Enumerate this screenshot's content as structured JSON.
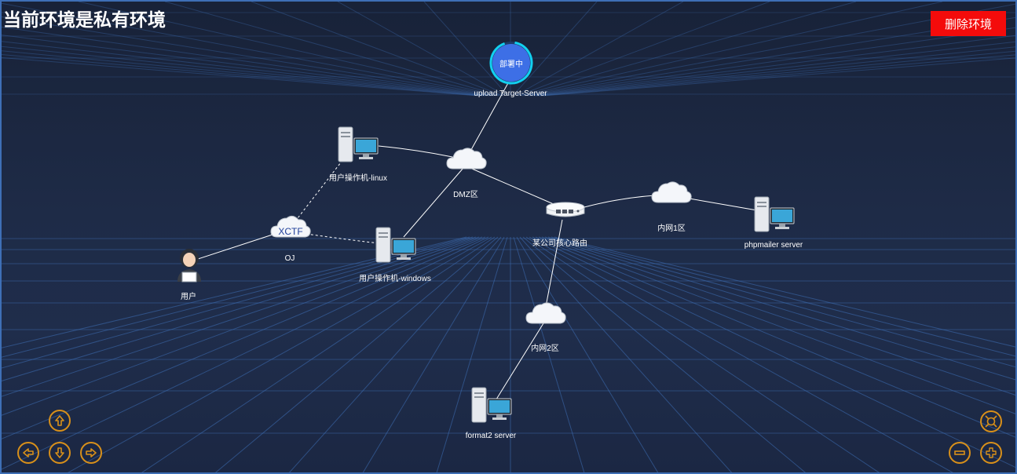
{
  "page": {
    "title": "当前环境是私有环境",
    "delete_button": "删除环境"
  },
  "nodes": {
    "upload_target": {
      "label": "upload Target-Server",
      "status": "部署中"
    },
    "linux": {
      "label": "用户操作机-linux"
    },
    "dmz": {
      "label": "DMZ区"
    },
    "xctf": {
      "label": "OJ",
      "badge": "XCTF"
    },
    "user": {
      "label": "用户"
    },
    "windows": {
      "label": "用户操作机-windows"
    },
    "router": {
      "label": "某公司核心路由"
    },
    "intranet1": {
      "label": "内网1区"
    },
    "phpmailer": {
      "label": "phpmailer server"
    },
    "intranet2": {
      "label": "内网2区"
    },
    "format2": {
      "label": "format2 server"
    }
  },
  "controls": {
    "pan": [
      "arrow-up-icon",
      "arrow-left-icon",
      "arrow-down-icon",
      "arrow-right-icon"
    ],
    "zoom": [
      "fit-view-icon",
      "zoom-out-icon",
      "zoom-in-icon"
    ],
    "color": "#d8901a"
  },
  "colors": {
    "delete": "#f40b0b",
    "grid": "#3e6fb6",
    "status_ring": "#12d0f0"
  }
}
